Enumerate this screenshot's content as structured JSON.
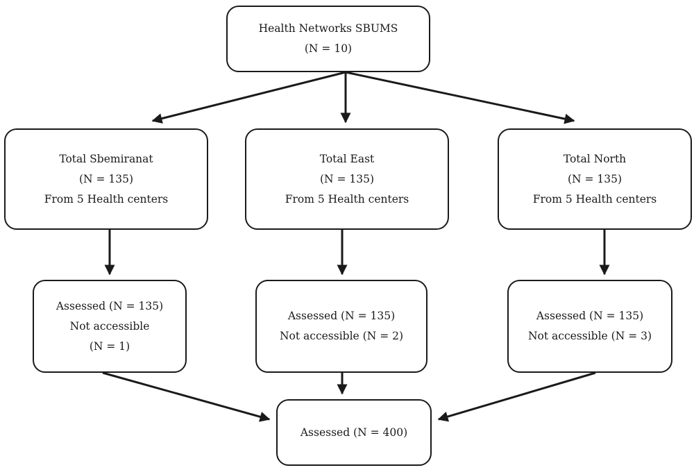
{
  "nodes": {
    "top": {
      "line1": "Health Networks SBUMS",
      "line2": "(N = 10)"
    },
    "west": {
      "line1": "Total Sbemiranat",
      "line2": "(N = 135)",
      "line3": "From 5 Health centers"
    },
    "east": {
      "line1": "Total East",
      "line2": "(N = 135)",
      "line3": "From 5 Health centers"
    },
    "north": {
      "line1": "Total North",
      "line2": "(N = 135)",
      "line3": "From 5 Health centers"
    },
    "assessed_west": {
      "line1": "Assessed (N = 135)",
      "line2": "Not accessible",
      "line3": "(N = 1)"
    },
    "assessed_east": {
      "line1": "Assessed (N = 135)",
      "line2": "Not accessible (N = 2)"
    },
    "assessed_north": {
      "line1": "Assessed (N = 135)",
      "line2": "Not accessible (N = 3)"
    },
    "final": {
      "line1": "Assessed (N = 400)"
    }
  },
  "edges": [
    {
      "from": "top",
      "to": "west"
    },
    {
      "from": "top",
      "to": "east"
    },
    {
      "from": "top",
      "to": "north"
    },
    {
      "from": "west",
      "to": "assessed_west"
    },
    {
      "from": "east",
      "to": "assessed_east"
    },
    {
      "from": "north",
      "to": "assessed_north"
    },
    {
      "from": "assessed_west",
      "to": "final"
    },
    {
      "from": "assessed_east",
      "to": "final"
    },
    {
      "from": "assessed_north",
      "to": "final"
    }
  ],
  "colors": {
    "stroke": "#1a1a1a",
    "background": "#ffffff"
  }
}
